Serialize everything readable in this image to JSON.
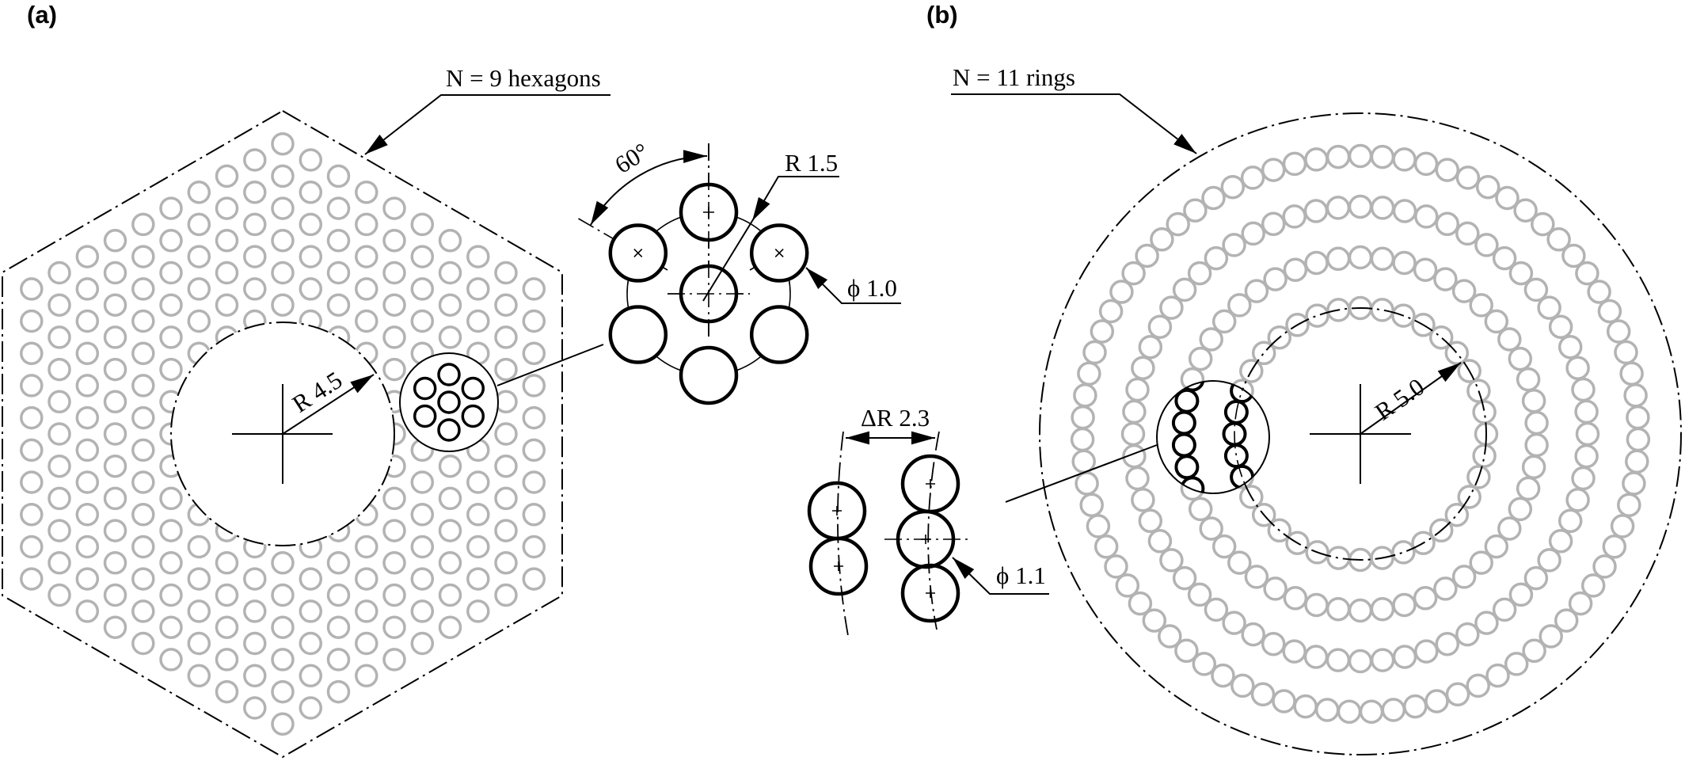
{
  "panels": {
    "a": {
      "label": "(a)",
      "callout": "N = 9 hexagons",
      "radius_label": "R 4.5",
      "detail": {
        "angle_label": "60°",
        "pitch_radius_label": "R 1.5",
        "diameter_label": "ϕ 1.0"
      },
      "hex_rings": 9,
      "cutout_radius_units": 4.5
    },
    "b": {
      "label": "(b)",
      "callout": "N = 11 rings",
      "radius_label": "R 5.0",
      "detail": {
        "spacing_label": "ΔR 2.3",
        "diameter_label": "ϕ 1.1"
      },
      "visible_rings": 4
    }
  },
  "colors": {
    "line": "#000000",
    "lattice": "#b3b3b3",
    "background": "#ffffff"
  }
}
